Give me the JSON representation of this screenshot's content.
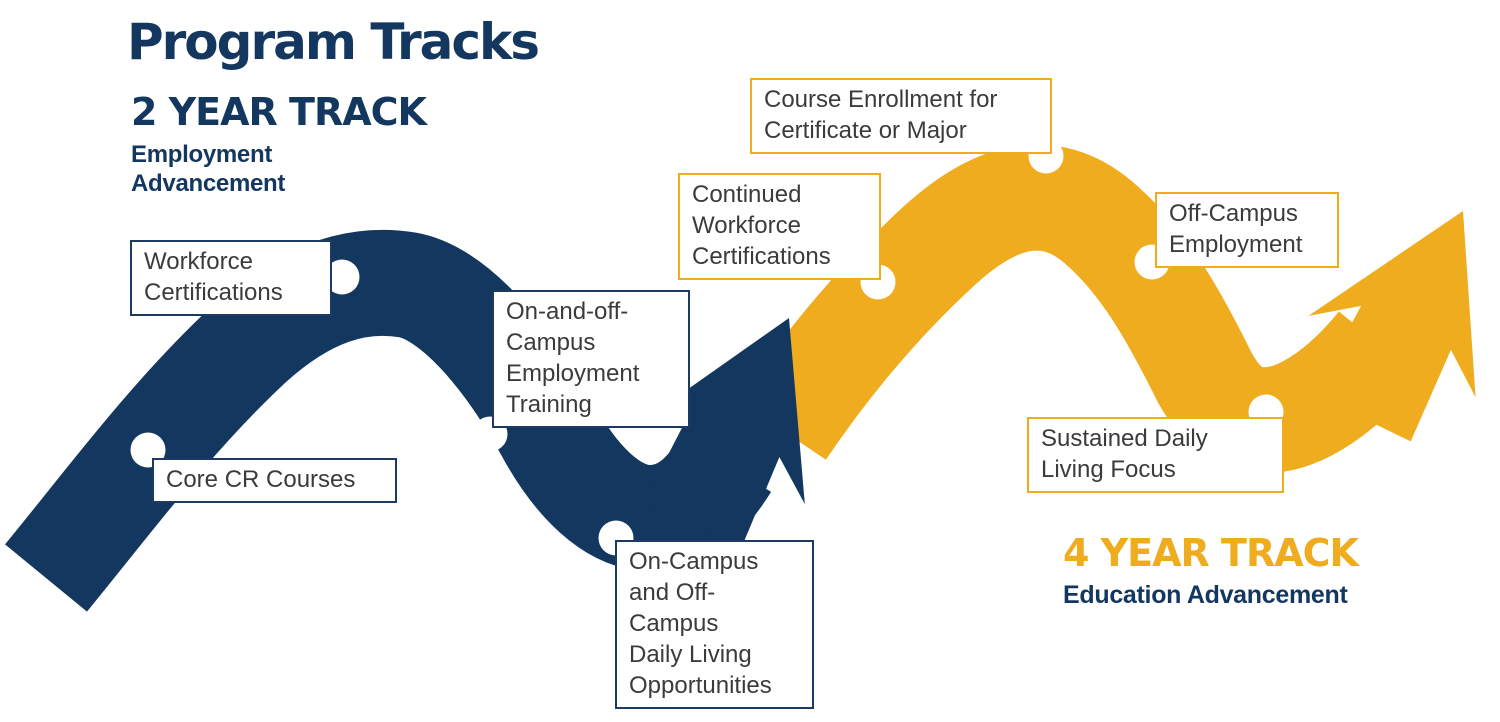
{
  "title": "Program Tracks",
  "colors": {
    "navy": "#13375F",
    "gold": "#EFAC1E",
    "dot": "#FFFFFF",
    "label_text": "#3B3B3B",
    "background": "#FFFFFF"
  },
  "tracks": {
    "two_year": {
      "heading": "2 YEAR TRACK",
      "subheading": "Employment\nAdvancement",
      "color": "#13375F",
      "milestones": [
        {
          "label": "Workforce\nCertifications"
        },
        {
          "label": "Core CR Courses"
        },
        {
          "label": "On-and-off-\nCampus\nEmployment\nTraining"
        },
        {
          "label": "On-Campus\nand Off-\nCampus\nDaily Living\nOpportunities"
        }
      ]
    },
    "four_year": {
      "heading": "4 YEAR TRACK",
      "subheading": "Education Advancement",
      "color": "#EFAC1E",
      "milestones": [
        {
          "label": "Continued\nWorkforce\nCertifications"
        },
        {
          "label": "Course Enrollment for\nCertificate or Major"
        },
        {
          "label": "Off-Campus\nEmployment"
        },
        {
          "label": "Sustained Daily\nLiving Focus"
        }
      ]
    }
  }
}
